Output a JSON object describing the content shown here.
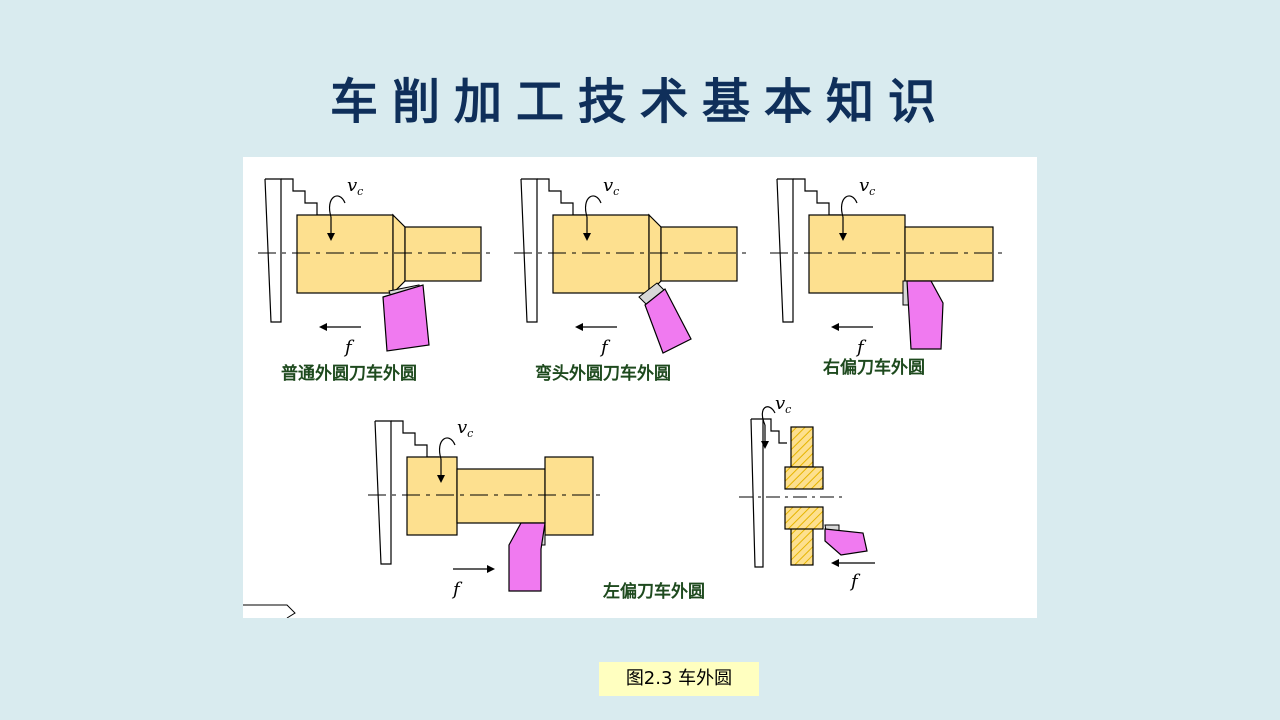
{
  "slide": {
    "title": "车削加工技术基本知识",
    "caption": "图2.3  车外圆"
  },
  "figure": {
    "panels": [
      {
        "label": "普通外圆刀车外圆"
      },
      {
        "label": "弯头外圆刀车外圆"
      },
      {
        "label": "右偏刀车外圆"
      },
      {
        "label": "左偏刀车外圆"
      },
      {
        "label": ""
      }
    ],
    "symbols": {
      "vc_main": "v",
      "vc_sub": "c",
      "feed": "f"
    },
    "colors": {
      "workpiece": "#fde08f",
      "tool": "#f07af0",
      "hatch": "#e6b400"
    }
  }
}
